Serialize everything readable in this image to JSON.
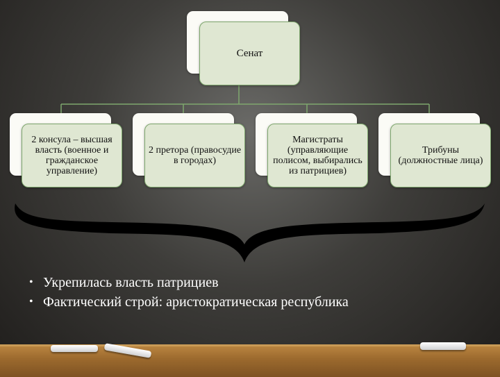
{
  "diagram": {
    "top_node": {
      "label": "Сенат"
    },
    "children": [
      {
        "label": "2 консула – высшая власть (военное и гражданское управление)"
      },
      {
        "label": "2 претора (правосудие в городах)"
      },
      {
        "label": "Магистраты (управляющие полисом, выбирались из патрициев)"
      },
      {
        "label": "Трибуны (должностные лица)"
      }
    ]
  },
  "bullets": [
    "Укрепилась власть патрициев",
    "Фактический строй: аристократическая республика"
  ],
  "colors": {
    "board": "#3e3d3a",
    "node_fill": "#dfe7d2",
    "node_border": "#7fa86e",
    "text_light": "#ffffff",
    "ledge": "#9c6a2e"
  }
}
